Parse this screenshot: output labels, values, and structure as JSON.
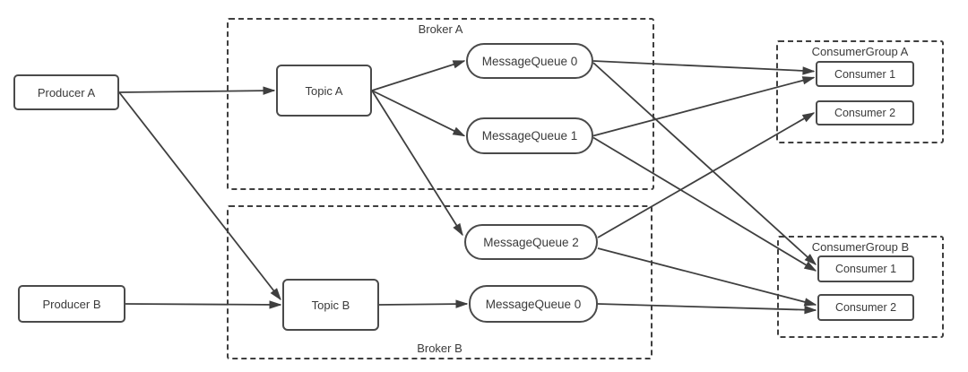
{
  "diagram": {
    "title": "Message queue topology: producers, brokers, consumer groups",
    "colors": {
      "background": "#ffffff",
      "stroke": "#3f3f3f",
      "node_border": "#4a4a4a",
      "node_fill": "#ffffff",
      "text": "#3a3a3a"
    },
    "nodes": {
      "producer_a": {
        "label": "Producer A"
      },
      "producer_b": {
        "label": "Producer B"
      },
      "broker_a": {
        "label": "Broker A"
      },
      "broker_b": {
        "label": "Broker B"
      },
      "topic_a": {
        "label": "Topic A"
      },
      "topic_b": {
        "label": "Topic B"
      },
      "mq0_broker_a": {
        "label": "MessageQueue 0"
      },
      "mq1_broker_a": {
        "label": "MessageQueue 1"
      },
      "mq2_broker_b": {
        "label": "MessageQueue 2"
      },
      "mq0_broker_b": {
        "label": "MessageQueue 0"
      },
      "consumer_group_a": {
        "label": "ConsumerGroup A"
      },
      "consumer1_group_a": {
        "label": "Consumer 1"
      },
      "consumer2_group_a": {
        "label": "Consumer 2"
      },
      "consumer_group_b": {
        "label": "ConsumerGroup B"
      },
      "consumer1_group_b": {
        "label": "Consumer 1"
      },
      "consumer2_group_b": {
        "label": "Consumer 2"
      }
    },
    "edges": [
      {
        "from": "producer-a",
        "to": "topic-a"
      },
      {
        "from": "producer-a",
        "to": "topic-b",
        "toDy": -6
      },
      {
        "from": "producer-b",
        "to": "topic-b"
      },
      {
        "from": "topic-a",
        "to": "mq0-broker-a"
      },
      {
        "from": "topic-a",
        "to": "mq1-broker-a"
      },
      {
        "from": "topic-a",
        "to": "mq2-broker-b",
        "toDy": -8
      },
      {
        "from": "topic-b",
        "to": "mq0-broker-b"
      },
      {
        "from": "mq0-broker-a",
        "to": "consumer1-group-a",
        "toDy": -3
      },
      {
        "from": "mq1-broker-a",
        "to": "consumer1-group-a",
        "toDy": 4
      },
      {
        "from": "mq0-broker-a",
        "to": "consumer1-group-b",
        "fromDy": 2,
        "toDy": -5
      },
      {
        "from": "mq1-broker-a",
        "to": "consumer1-group-b",
        "fromDy": 2,
        "toDy": 2
      },
      {
        "from": "mq2-broker-b",
        "to": "consumer2-group-a",
        "fromDy": -5
      },
      {
        "from": "mq2-broker-b",
        "to": "consumer2-group-b",
        "fromDy": 7,
        "toDy": -3
      },
      {
        "from": "mq0-broker-b",
        "to": "consumer2-group-b",
        "toDy": 3
      }
    ]
  }
}
